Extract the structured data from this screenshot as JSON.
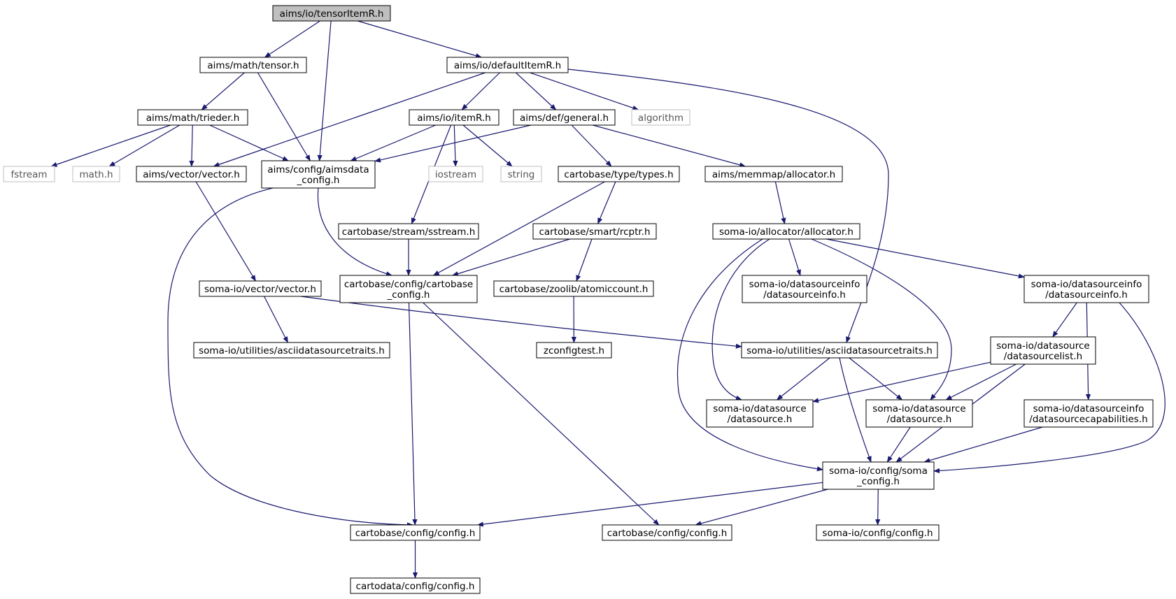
{
  "colors": {
    "edge": "#191970",
    "border": "#000000",
    "external_border": "#bfbfbf",
    "root_fill": "#bfbfbf",
    "fill": "#ffffff"
  },
  "nodes": [
    {
      "id": "root",
      "lines": [
        "aims/io/tensorItemR.h"
      ],
      "kind": "root"
    },
    {
      "id": "tensor",
      "lines": [
        "aims/math/tensor.h"
      ],
      "kind": "normal"
    },
    {
      "id": "defaultItemR",
      "lines": [
        "aims/io/defaultItemR.h"
      ],
      "kind": "normal"
    },
    {
      "id": "trieder",
      "lines": [
        "aims/math/trieder.h"
      ],
      "kind": "normal"
    },
    {
      "id": "itemR",
      "lines": [
        "aims/io/itemR.h"
      ],
      "kind": "normal"
    },
    {
      "id": "general",
      "lines": [
        "aims/def/general.h"
      ],
      "kind": "normal"
    },
    {
      "id": "algorithm",
      "lines": [
        "algorithm"
      ],
      "kind": "external"
    },
    {
      "id": "fstream",
      "lines": [
        "fstream"
      ],
      "kind": "external"
    },
    {
      "id": "math",
      "lines": [
        "math.h"
      ],
      "kind": "external"
    },
    {
      "id": "aimsvector",
      "lines": [
        "aims/vector/vector.h"
      ],
      "kind": "normal"
    },
    {
      "id": "aimsdata_config",
      "lines": [
        "aims/config/aimsdata",
        "_config.h"
      ],
      "kind": "normal"
    },
    {
      "id": "iostream",
      "lines": [
        "iostream"
      ],
      "kind": "external"
    },
    {
      "id": "string",
      "lines": [
        "string"
      ],
      "kind": "external"
    },
    {
      "id": "types",
      "lines": [
        "cartobase/type/types.h"
      ],
      "kind": "normal"
    },
    {
      "id": "memmap_allocator",
      "lines": [
        "aims/memmap/allocator.h"
      ],
      "kind": "normal"
    },
    {
      "id": "sstream",
      "lines": [
        "cartobase/stream/sstream.h"
      ],
      "kind": "normal"
    },
    {
      "id": "rcptr",
      "lines": [
        "cartobase/smart/rcptr.h"
      ],
      "kind": "normal"
    },
    {
      "id": "soma_allocator",
      "lines": [
        "soma-io/allocator/allocator.h"
      ],
      "kind": "normal"
    },
    {
      "id": "soma_vector",
      "lines": [
        "soma-io/vector/vector.h"
      ],
      "kind": "normal"
    },
    {
      "id": "cartobase_config",
      "lines": [
        "cartobase/config/cartobase",
        "_config.h"
      ],
      "kind": "normal"
    },
    {
      "id": "atomiccount",
      "lines": [
        "cartobase/zoolib/atomiccount.h"
      ],
      "kind": "normal"
    },
    {
      "id": "dsinfo_a",
      "lines": [
        "soma-io/datasourceinfo",
        "/datasourceinfo.h"
      ],
      "kind": "normal"
    },
    {
      "id": "dsinfo_b",
      "lines": [
        "soma-io/datasourceinfo",
        "/datasourceinfo.h"
      ],
      "kind": "normal"
    },
    {
      "id": "ascii_left",
      "lines": [
        "soma-io/utilities/asciidatasourcetraits.h"
      ],
      "kind": "normal"
    },
    {
      "id": "zconfigtest",
      "lines": [
        "zconfigtest.h"
      ],
      "kind": "normal"
    },
    {
      "id": "ascii_right",
      "lines": [
        "soma-io/utilities/asciidatasourcetraits.h"
      ],
      "kind": "normal"
    },
    {
      "id": "dslist",
      "lines": [
        "soma-io/datasource",
        "/datasourcelist.h"
      ],
      "kind": "normal"
    },
    {
      "id": "ds_a",
      "lines": [
        "soma-io/datasource",
        "/datasource.h"
      ],
      "kind": "normal"
    },
    {
      "id": "ds_b",
      "lines": [
        "soma-io/datasource",
        "/datasource.h"
      ],
      "kind": "normal"
    },
    {
      "id": "dscap",
      "lines": [
        "soma-io/datasourceinfo",
        "/datasourcecapabilities.h"
      ],
      "kind": "normal"
    },
    {
      "id": "soma_config",
      "lines": [
        "soma-io/config/soma",
        "_config.h"
      ],
      "kind": "normal"
    },
    {
      "id": "config_left",
      "lines": [
        "cartobase/config/config.h"
      ],
      "kind": "normal"
    },
    {
      "id": "config_mid",
      "lines": [
        "cartobase/config/config.h"
      ],
      "kind": "normal"
    },
    {
      "id": "soma_io_config",
      "lines": [
        "soma-io/config/config.h"
      ],
      "kind": "normal"
    },
    {
      "id": "cartodata_config",
      "lines": [
        "cartodata/config/config.h"
      ],
      "kind": "normal"
    }
  ],
  "edges": [
    [
      "root",
      "tensor"
    ],
    [
      "root",
      "aimsdata_config"
    ],
    [
      "root",
      "defaultItemR"
    ],
    [
      "tensor",
      "trieder"
    ],
    [
      "tensor",
      "aimsdata_config"
    ],
    [
      "defaultItemR",
      "aimsvector"
    ],
    [
      "defaultItemR",
      "itemR"
    ],
    [
      "defaultItemR",
      "general"
    ],
    [
      "defaultItemR",
      "algorithm"
    ],
    [
      "defaultItemR",
      "ascii_right"
    ],
    [
      "trieder",
      "fstream"
    ],
    [
      "trieder",
      "math"
    ],
    [
      "trieder",
      "aimsvector"
    ],
    [
      "trieder",
      "aimsdata_config"
    ],
    [
      "itemR",
      "aimsdata_config"
    ],
    [
      "itemR",
      "sstream"
    ],
    [
      "itemR",
      "iostream"
    ],
    [
      "itemR",
      "string"
    ],
    [
      "general",
      "aimsdata_config"
    ],
    [
      "general",
      "types"
    ],
    [
      "general",
      "memmap_allocator"
    ],
    [
      "aimsvector",
      "soma_vector"
    ],
    [
      "aimsdata_config",
      "cartobase_config"
    ],
    [
      "aimsdata_config",
      "config_left"
    ],
    [
      "types",
      "cartobase_config"
    ],
    [
      "types",
      "rcptr"
    ],
    [
      "memmap_allocator",
      "soma_allocator"
    ],
    [
      "sstream",
      "cartobase_config"
    ],
    [
      "rcptr",
      "cartobase_config"
    ],
    [
      "rcptr",
      "atomiccount"
    ],
    [
      "soma_allocator",
      "dsinfo_a"
    ],
    [
      "soma_allocator",
      "dsinfo_b"
    ],
    [
      "soma_allocator",
      "ds_a"
    ],
    [
      "soma_allocator",
      "ds_b"
    ],
    [
      "soma_allocator",
      "soma_config"
    ],
    [
      "soma_vector",
      "ascii_left"
    ],
    [
      "soma_vector",
      "ascii_right"
    ],
    [
      "cartobase_config",
      "config_left"
    ],
    [
      "cartobase_config",
      "config_mid"
    ],
    [
      "atomiccount",
      "zconfigtest"
    ],
    [
      "dsinfo_b",
      "dslist"
    ],
    [
      "dsinfo_b",
      "dscap"
    ],
    [
      "dsinfo_b",
      "soma_config"
    ],
    [
      "ascii_right",
      "ds_a"
    ],
    [
      "ascii_right",
      "ds_b"
    ],
    [
      "ascii_right",
      "soma_config"
    ],
    [
      "dslist",
      "ds_a"
    ],
    [
      "dslist",
      "ds_b"
    ],
    [
      "dslist",
      "soma_config"
    ],
    [
      "ds_b",
      "soma_config"
    ],
    [
      "dscap",
      "soma_config"
    ],
    [
      "soma_config",
      "config_left"
    ],
    [
      "soma_config",
      "config_mid"
    ],
    [
      "soma_config",
      "soma_io_config"
    ],
    [
      "config_left",
      "cartodata_config"
    ]
  ]
}
